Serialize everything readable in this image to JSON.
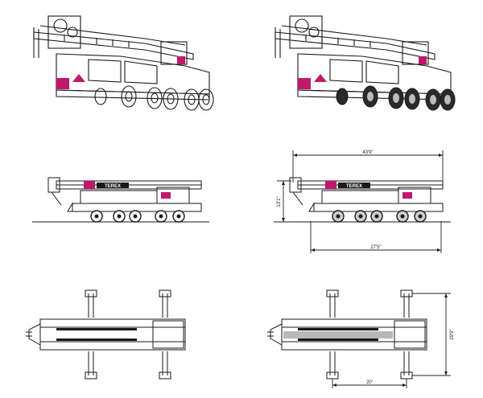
{
  "colors": {
    "line": "#1a1a1a",
    "accent": "#c0196b",
    "accent_dark": "#8e0f4e",
    "background": "#ffffff",
    "dimension": "#222222"
  },
  "brand": {
    "logo_text": "TEREX"
  },
  "views": [
    {
      "id": "iso-outline",
      "view": "isometric"
    },
    {
      "id": "iso-shaded",
      "view": "isometric"
    },
    {
      "id": "side-outline",
      "view": "side"
    },
    {
      "id": "side-dimensioned",
      "view": "side"
    },
    {
      "id": "top-outline",
      "view": "top"
    },
    {
      "id": "top-dimensioned",
      "view": "top"
    }
  ],
  "dimensions": {
    "overall_length": "43'9\"",
    "overall_height": "13'1\"",
    "wheelbase": "27'5\"",
    "outrigger_span": "29'9\"",
    "outrigger_spread": "20'"
  }
}
